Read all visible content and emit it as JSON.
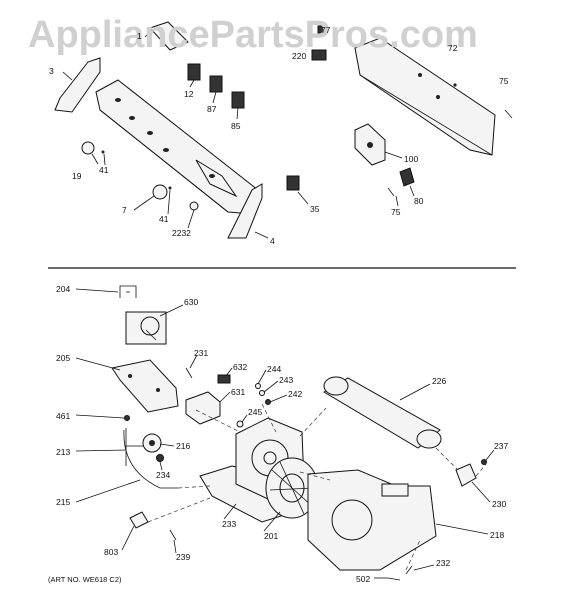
{
  "watermark": "AppliancePartsPros.com",
  "footer": "(ART NO. WE618 C2)",
  "callouts": [
    {
      "id": "c1",
      "text": "1"
    },
    {
      "id": "c77",
      "text": "77"
    },
    {
      "id": "c220",
      "text": "220"
    },
    {
      "id": "c72",
      "text": "72"
    },
    {
      "id": "c3",
      "text": "3"
    },
    {
      "id": "c12",
      "text": "12"
    },
    {
      "id": "c87",
      "text": "87"
    },
    {
      "id": "c85",
      "text": "85"
    },
    {
      "id": "c75a",
      "text": "75"
    },
    {
      "id": "c100",
      "text": "100"
    },
    {
      "id": "c19",
      "text": "19"
    },
    {
      "id": "c41a",
      "text": "41"
    },
    {
      "id": "c7",
      "text": "7"
    },
    {
      "id": "c41b",
      "text": "41"
    },
    {
      "id": "c2232",
      "text": "2232"
    },
    {
      "id": "c4",
      "text": "4"
    },
    {
      "id": "c35",
      "text": "35"
    },
    {
      "id": "c75b",
      "text": "75"
    },
    {
      "id": "c80",
      "text": "80"
    },
    {
      "id": "c204",
      "text": "204"
    },
    {
      "id": "c630",
      "text": "630"
    },
    {
      "id": "c205",
      "text": "205"
    },
    {
      "id": "c231",
      "text": "231"
    },
    {
      "id": "c632",
      "text": "632"
    },
    {
      "id": "c244",
      "text": "244"
    },
    {
      "id": "c243",
      "text": "243"
    },
    {
      "id": "c242",
      "text": "242"
    },
    {
      "id": "c226",
      "text": "226"
    },
    {
      "id": "c631",
      "text": "631"
    },
    {
      "id": "c245",
      "text": "245"
    },
    {
      "id": "c461",
      "text": "461"
    },
    {
      "id": "c213",
      "text": "213"
    },
    {
      "id": "c216",
      "text": "216"
    },
    {
      "id": "c234",
      "text": "234"
    },
    {
      "id": "c237",
      "text": "237"
    },
    {
      "id": "c215",
      "text": "215"
    },
    {
      "id": "c230",
      "text": "230"
    },
    {
      "id": "c233",
      "text": "233"
    },
    {
      "id": "c201",
      "text": "201"
    },
    {
      "id": "c218",
      "text": "218"
    },
    {
      "id": "c803",
      "text": "803"
    },
    {
      "id": "c239",
      "text": "239"
    },
    {
      "id": "c232",
      "text": "232"
    },
    {
      "id": "c502",
      "text": "502"
    }
  ]
}
